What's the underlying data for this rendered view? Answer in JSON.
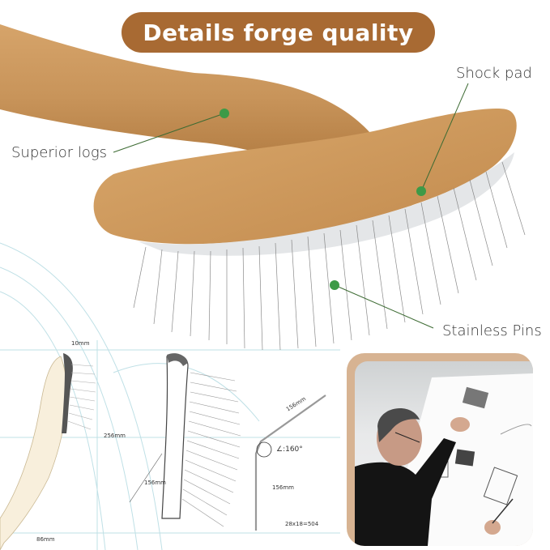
{
  "title": "Details forge quality",
  "callouts": {
    "superior_logs": "Superior logs",
    "shock_pad": "Shock pad",
    "stainless_pins": "Stainless Pins"
  },
  "dimensions": {
    "top_width": "10mm",
    "height": "256mm",
    "base_width": "86mm",
    "pad_length": "156mm",
    "pin_upper": "156mm",
    "pin_lower": "156mm",
    "angle": "∠:160°",
    "pin_count": "28x18=504"
  },
  "colors": {
    "accent_brown": "#a86a33",
    "wood": "#c89456",
    "marker_green": "#3d9a47",
    "card_frame": "#d7b392"
  },
  "photo": {
    "subject": "designer sketching brush concepts on paper"
  }
}
